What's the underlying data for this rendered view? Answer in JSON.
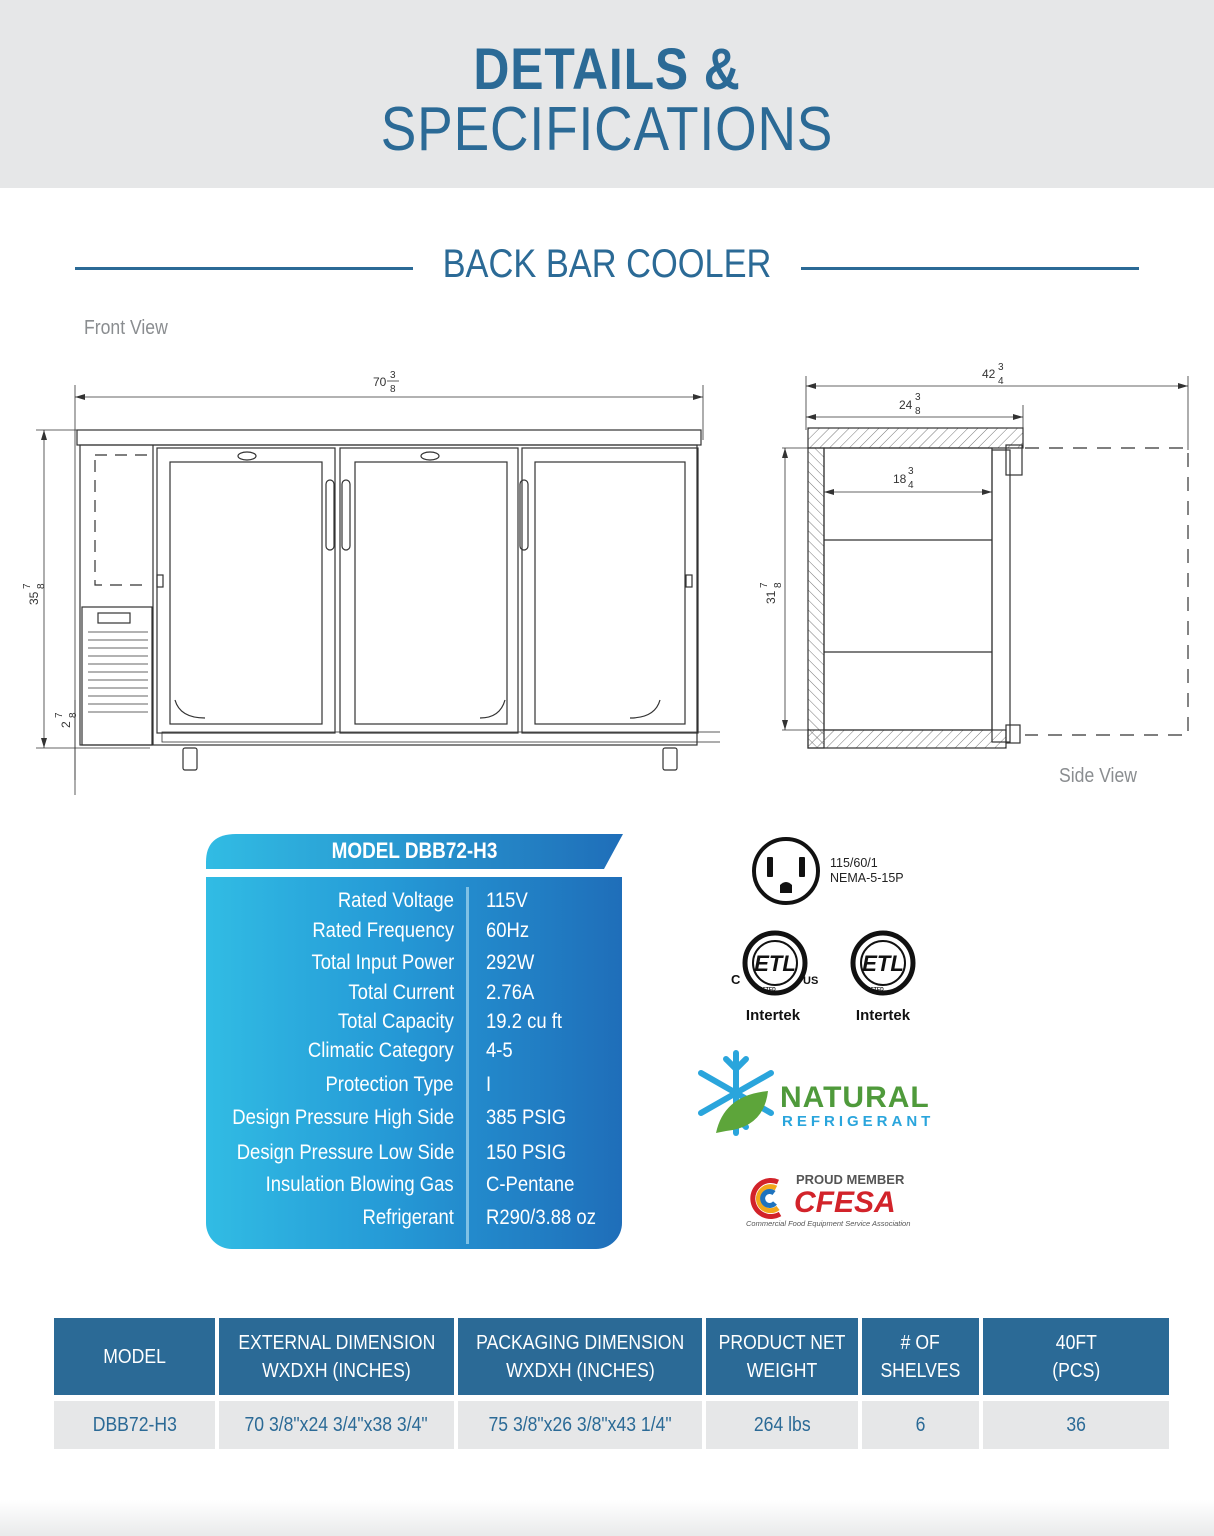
{
  "header": {
    "line1": "DETAILS &",
    "line2": "SPECIFICATIONS"
  },
  "section_title": "BACK BAR COOLER",
  "views": {
    "front_label": "Front View",
    "side_label": "Side View"
  },
  "front_dims": {
    "width": "70",
    "width_frac_num": "3",
    "width_frac_den": "8",
    "height": "35",
    "height_frac_num": "7",
    "height_frac_den": "8",
    "base": "2",
    "base_frac_num": "7",
    "base_frac_den": "8"
  },
  "side_dims": {
    "depth_total": "42",
    "depth_total_num": "3",
    "depth_total_den": "4",
    "depth_body": "24",
    "depth_body_num": "3",
    "depth_body_den": "8",
    "interior": "18",
    "interior_num": "3",
    "interior_den": "4",
    "interior_height": "31",
    "interior_height_num": "7",
    "interior_height_den": "8"
  },
  "model_header": "MODEL DBB72-H3",
  "specs": [
    {
      "label": "Rated  Voltage",
      "value": "115V"
    },
    {
      "label": "Rated  Frequency",
      "value": "60Hz"
    },
    {
      "label": "Total Input Power",
      "value": "292W"
    },
    {
      "label": "Total Current",
      "value": "2.76A"
    },
    {
      "label": "Total Capacity",
      "value": "19.2 cu ft"
    },
    {
      "label": "Climatic Category",
      "value": "4-5"
    },
    {
      "label": "Protection Type",
      "value": "I"
    },
    {
      "label": "Design Pressure High Side",
      "value": "385 PSIG"
    },
    {
      "label": "Design Pressure Low Side",
      "value": "150 PSIG"
    },
    {
      "label": "Insulation Blowing Gas",
      "value": "C-Pentane"
    },
    {
      "label": "Refrigerant",
      "value": "R290/3.88 oz"
    }
  ],
  "plug": {
    "line1": "115/60/1",
    "line2": "NEMA-5-15P"
  },
  "certs": {
    "etl_c": "C",
    "etl_us": "US",
    "etl_mark": "ETL",
    "etl_listed": "LISTED",
    "intertek": "Intertek"
  },
  "natural": {
    "word1": "NATURAL",
    "word2": "REFRIGERANT"
  },
  "cfesa": {
    "proud": "PROUD MEMBER",
    "name": "CFESA",
    "sub": "Commercial Food Equipment Service Association"
  },
  "table": {
    "headers": [
      [
        "MODEL"
      ],
      [
        "EXTERNAL DIMENSION",
        "WXDXH (INCHES)"
      ],
      [
        "PACKAGING DIMENSION",
        "WXDXH (INCHES)"
      ],
      [
        "PRODUCT NET",
        "WEIGHT"
      ],
      [
        "# OF",
        "SHELVES"
      ],
      [
        "40FT",
        "(PCS)"
      ]
    ],
    "row": [
      "DBB72-H3",
      "70 3/8\"x24 3/4\"x38 3/4\"",
      "75 3/8\"x26 3/8\"x43 1/4\"",
      "264 lbs",
      "6",
      "36"
    ]
  },
  "colors": {
    "brand_blue": "#2b6a96",
    "header_bg": "#e6e7e8",
    "spec_grad_start": "#31bce4",
    "spec_grad_end": "#1f6eb9"
  }
}
